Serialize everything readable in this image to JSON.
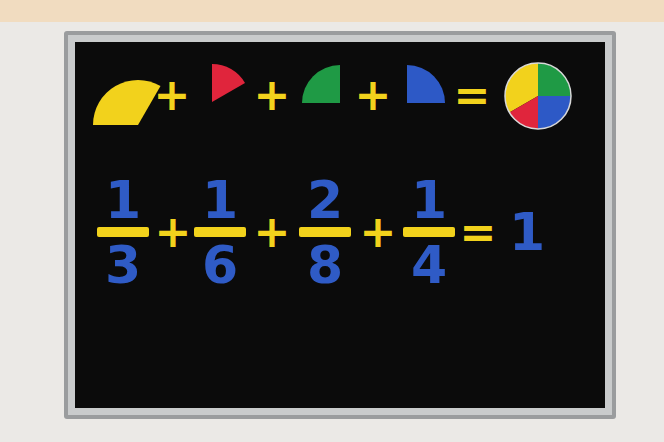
{
  "diagram": {
    "labels": [
      "+",
      "+",
      "+",
      "=",
      "1",
      "3",
      "+",
      "1",
      "6",
      "+",
      "2",
      "8",
      "+",
      "1",
      "4",
      "=",
      "1"
    ]
  }
}
